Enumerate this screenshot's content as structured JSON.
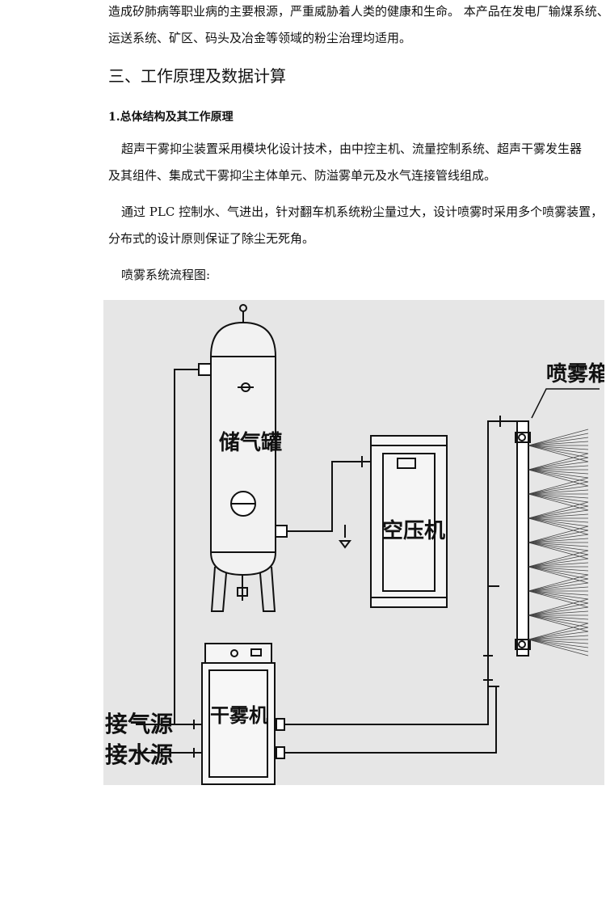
{
  "doc": {
    "intro": {
      "line1": "造成矽肺病等职业病的主要根源，严重威胁着人类的健康和生命。 本产品在发电厂输煤系统、煤灰",
      "line2": "运送系统、矿区、码头及冶金等领域的粉尘治理均适用。"
    },
    "section_title": "三、工作原理及数据计算",
    "subsection_title": "1.总体结构及其工作原理",
    "para1": {
      "line1": "超声干雾抑尘装置采用模块化设计技术，由中控主机、流量控制系统、超声干雾发生器",
      "line2": "及其组件、集成式干雾抑尘主体单元、防溢雾单元及水气连接管线组成。"
    },
    "para2": {
      "line1": "通过 PLC 控制水、气进出，针对翻车机系统粉尘量过大，设计喷雾时采用多个喷雾装置，",
      "line2": "分布式的设计原则保证了除尘无死角。"
    },
    "figure_caption": "喷雾系统流程图:"
  },
  "diagram": {
    "tank_label": "储气罐",
    "compressor_label": "空压机",
    "fog_machine_label": "干雾机",
    "spray_box_label": "喷雾箱",
    "air_source_label": "接气源",
    "water_source_label": "接水源"
  }
}
